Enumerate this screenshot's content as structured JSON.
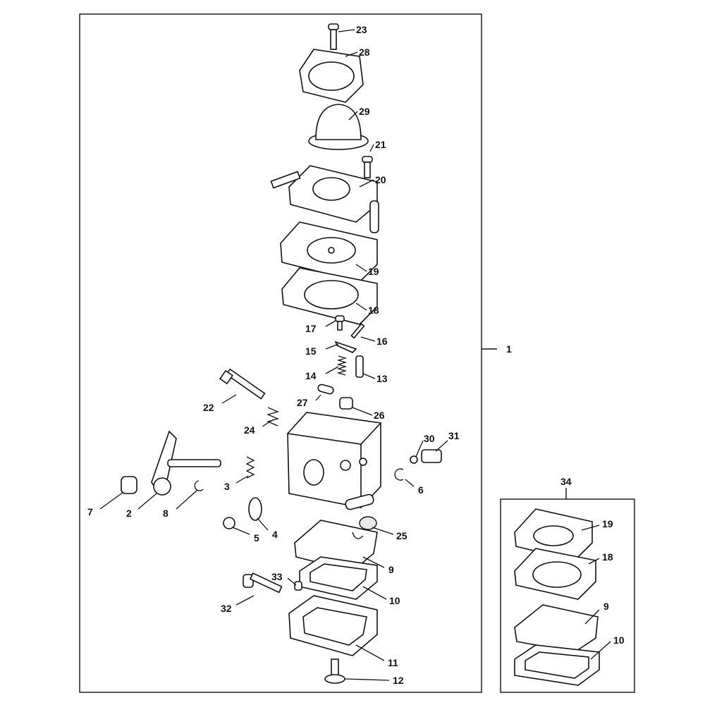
{
  "diagram": {
    "callouts": [
      "23",
      "28",
      "29",
      "21",
      "20",
      "19",
      "18",
      "17",
      "16",
      "15",
      "1",
      "14",
      "13",
      "22",
      "27",
      "26",
      "24",
      "30",
      "31",
      "3",
      "6",
      "7",
      "2",
      "8",
      "4",
      "5",
      "25",
      "9",
      "33",
      "10",
      "32",
      "11",
      "12"
    ],
    "inset": {
      "label": "34",
      "callouts": [
        "19",
        "18",
        "9",
        "10"
      ]
    }
  }
}
